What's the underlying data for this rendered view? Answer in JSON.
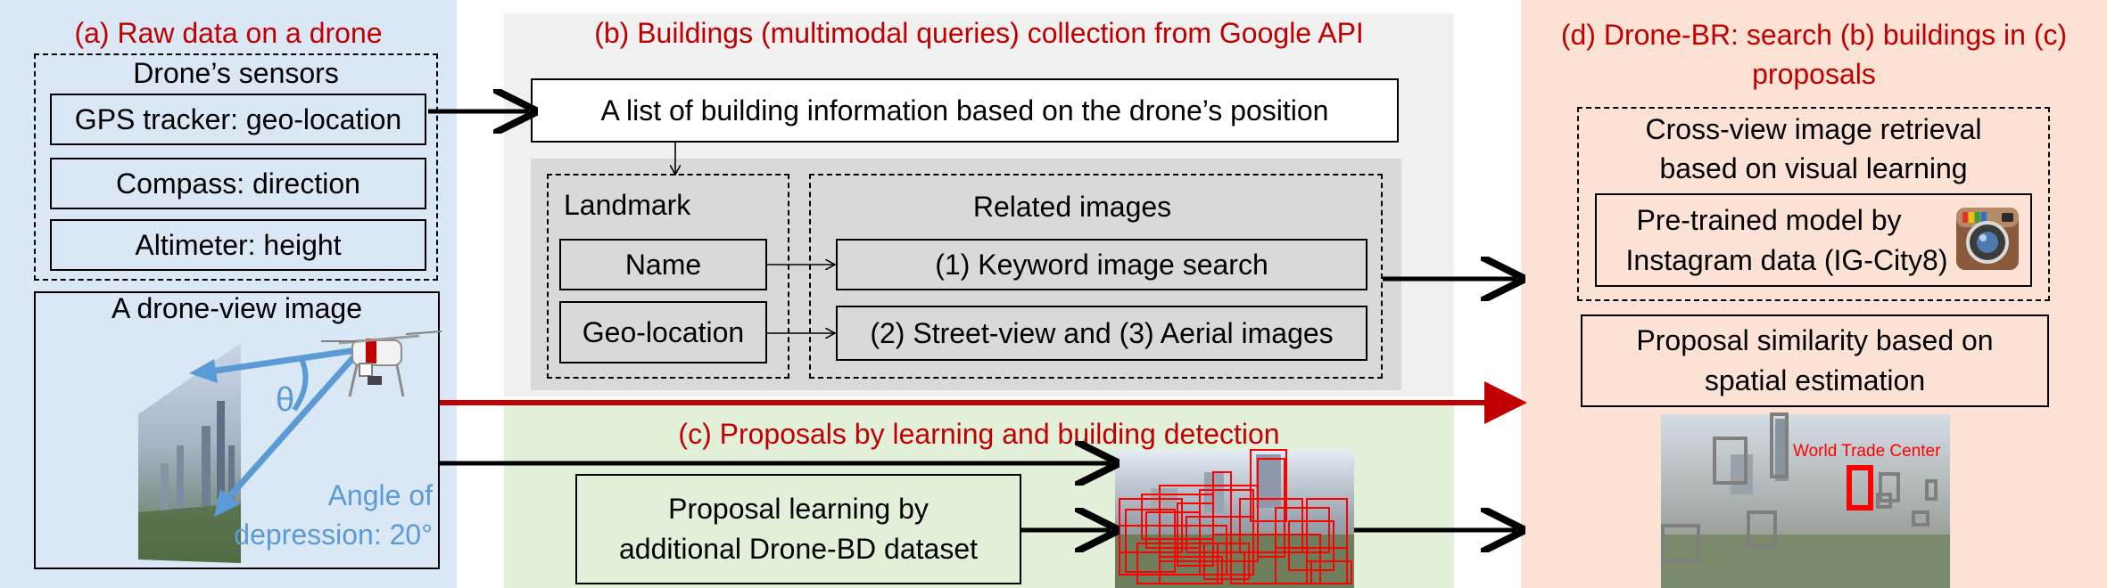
{
  "panel_a": {
    "title": "(a) Raw data on a drone",
    "sensors_label": "Drone’s sensors",
    "gps": "GPS tracker: geo-location",
    "compass": "Compass: direction",
    "altimeter": "Altimeter: height",
    "drone_view_label": "A drone-view image",
    "theta": "θ",
    "angle_line1": "Angle of",
    "angle_line2": "depression: 20°"
  },
  "panel_b": {
    "title": "(b) Buildings (multimodal queries) collection from Google API",
    "list_box": "A list of building information based on the drone’s position",
    "landmark_label": "Landmark",
    "name": "Name",
    "geo_location": "Geo-location",
    "related_images_label": "Related images",
    "keyword_search": "(1)  Keyword image search",
    "street_aerial": "(2) Street-view and (3) Aerial images"
  },
  "panel_c": {
    "title": "(c) Proposals by learning and building  detection",
    "proposal_line1": "Proposal learning by",
    "proposal_line2": "additional Drone-BD dataset"
  },
  "panel_d": {
    "title_line1": "(d) Drone-BR: search (b) buildings in (c)",
    "title_line2": "proposals",
    "cross_view_line1": "Cross-view image retrieval",
    "cross_view_line2": "based on visual learning",
    "pretrained_line1": "Pre-trained model by",
    "pretrained_line2": "Instagram data (IG-City8)",
    "similarity_line1": "Proposal similarity based on",
    "similarity_line2": "spatial estimation",
    "result_label": "World Trade Center"
  },
  "colors": {
    "panel_a_bg": "#dae8f5",
    "panel_b_bg": "#f0f0f0",
    "panel_c_bg": "#e2efd9",
    "panel_d_bg": "#fbe2d5",
    "title_red": "#c00000",
    "angle_blue": "#5b9bd5",
    "arrow_red": "#c00000"
  }
}
